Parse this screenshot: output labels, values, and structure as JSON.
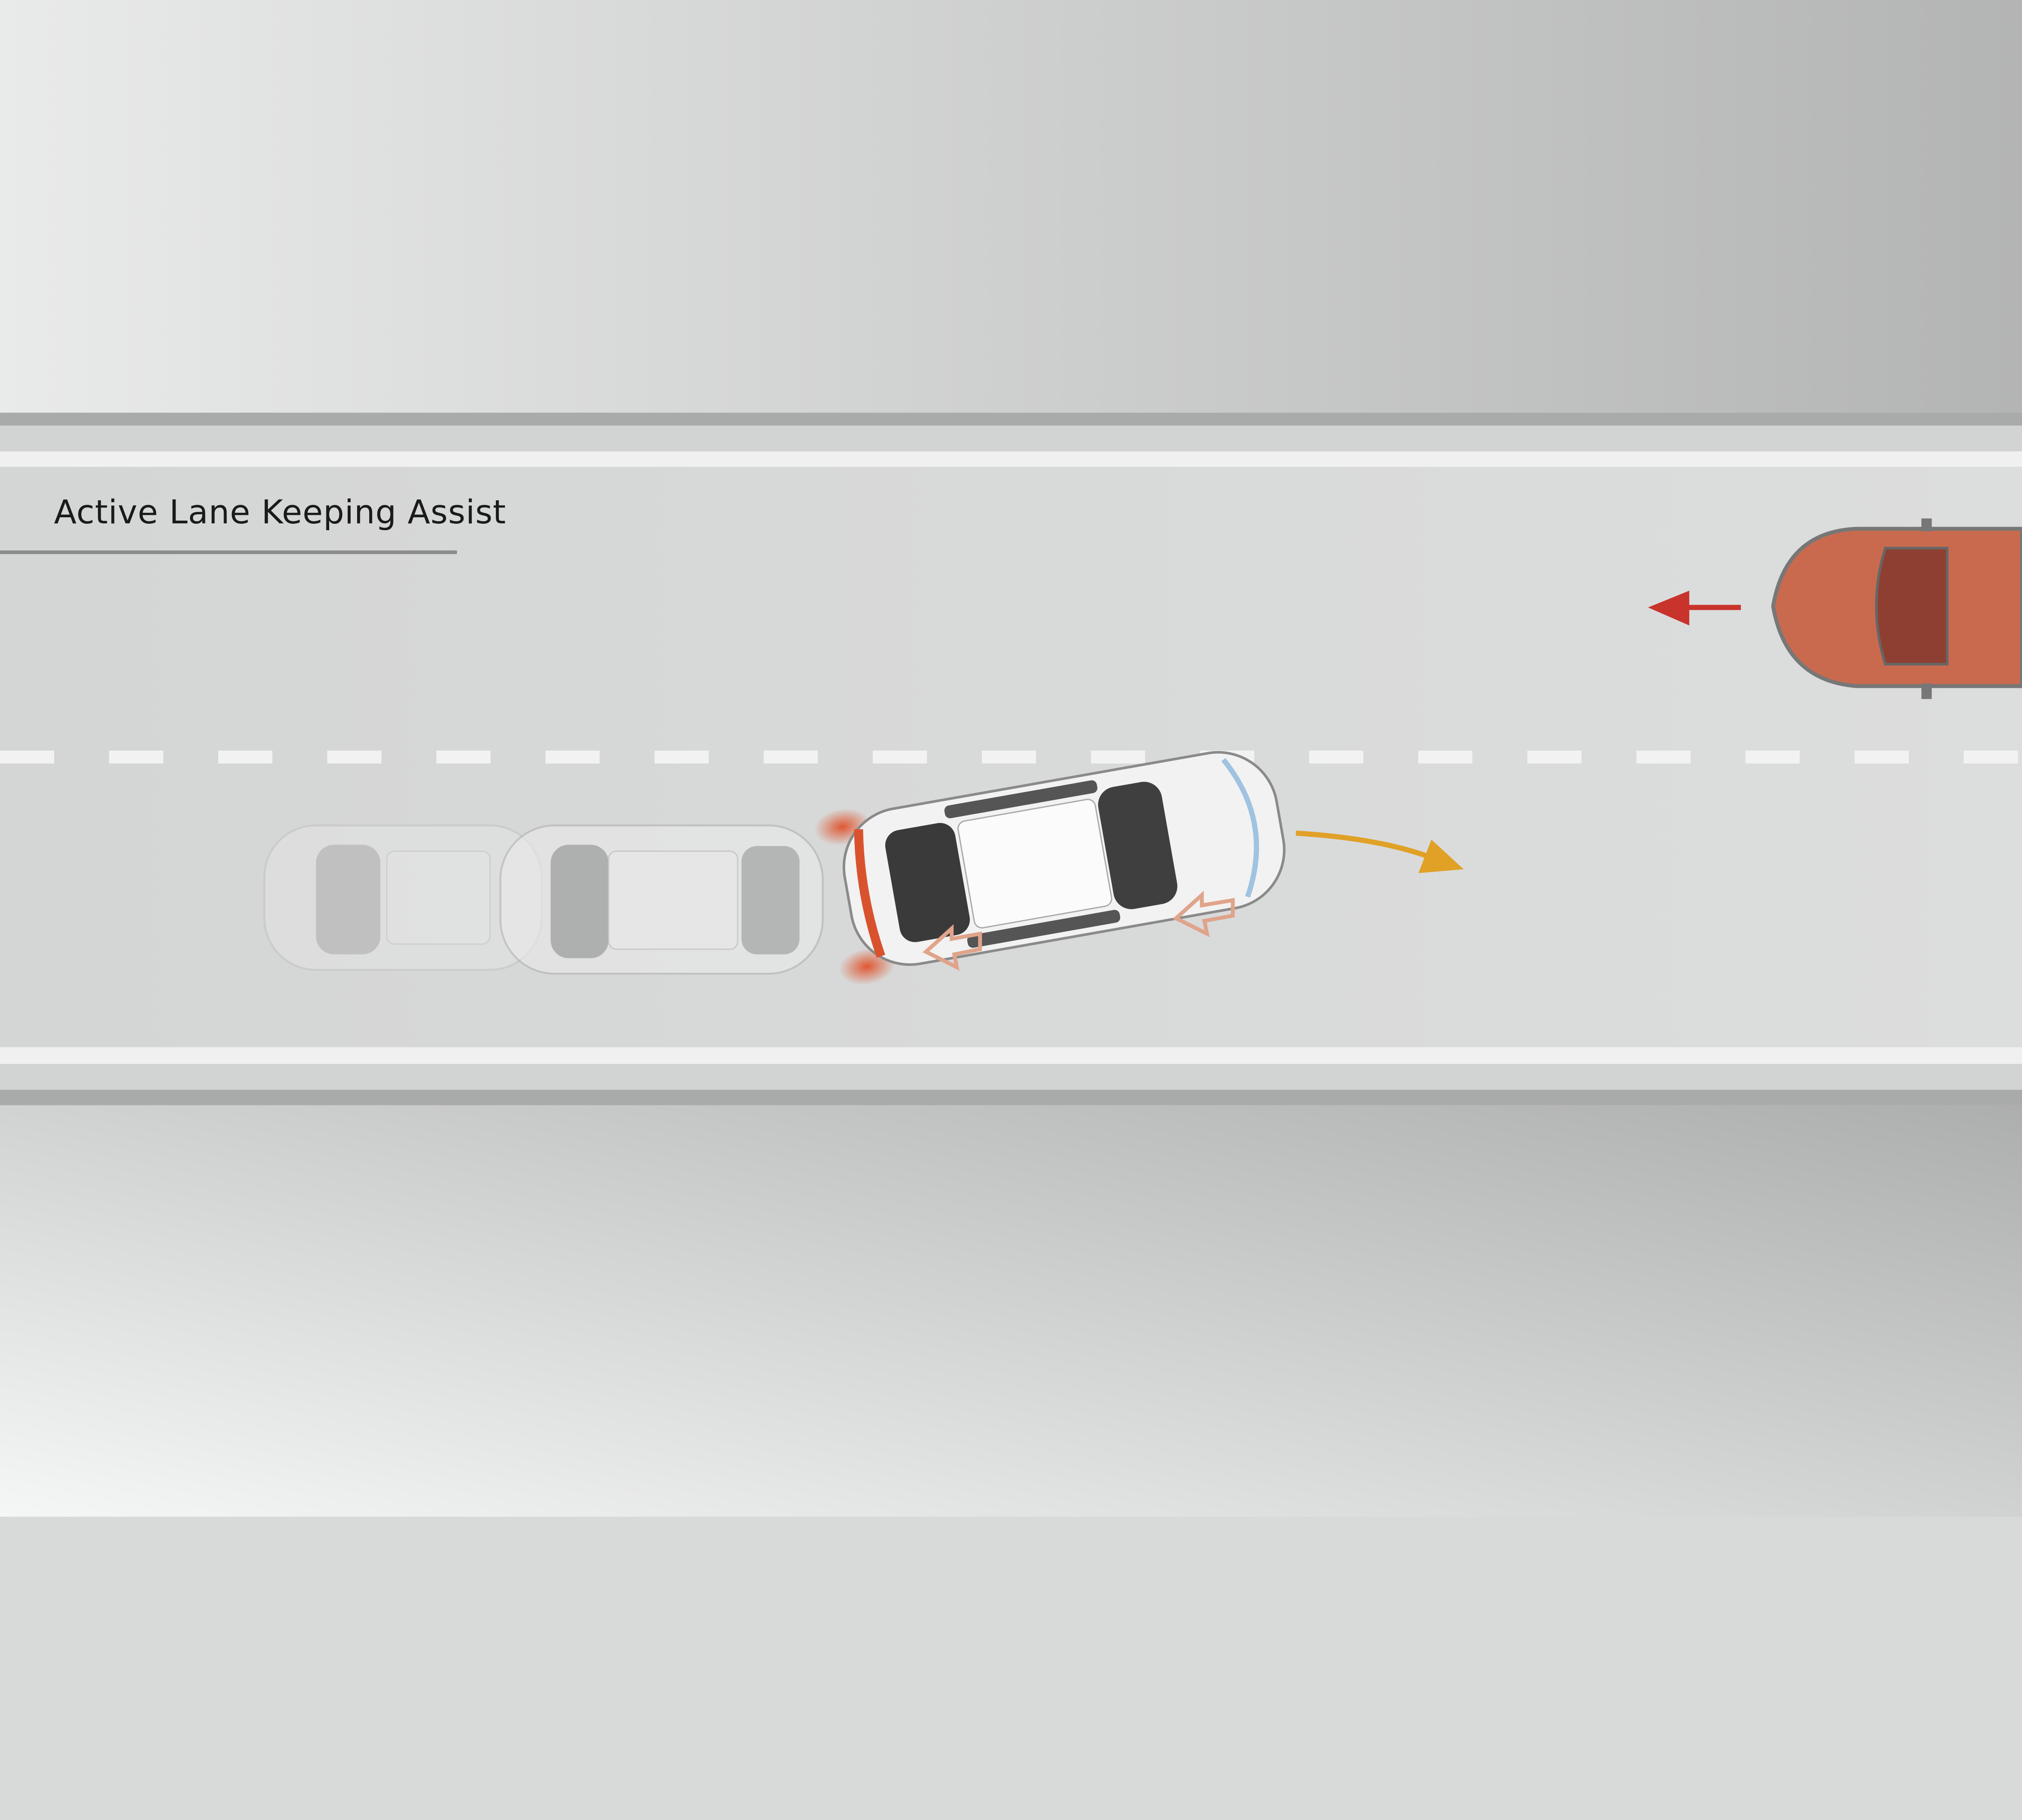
{
  "title": "Active Lane Keeping Assist",
  "colors": {
    "road": "#d9dada",
    "verge_light": "#eceded",
    "verge_dark": "#b4b5b5",
    "lane_marking": "#f2f2f2",
    "oncoming_car": "#c96a4f",
    "oncoming_arrow": "#c8332c",
    "steering_arrow": "#e0a126",
    "brake_light": "#d9522e",
    "force_arrow": "#e0a48a"
  },
  "icons": {
    "oncoming_direction": "arrow-left",
    "correction_path": "curved-arrow-right"
  }
}
